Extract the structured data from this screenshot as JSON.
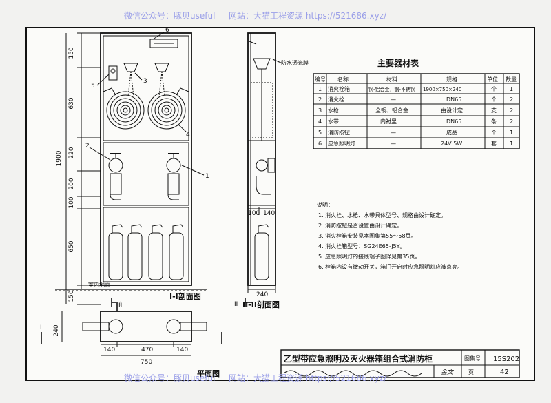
{
  "watermark": {
    "top": "微信公众号：豚贝useful ｜ 网站：大猫工程资源 https://521686.xyz/",
    "bottom": "微信公众号：豚贝useful ｜ 网站：大猫工程资源 https://521686.xyz/"
  },
  "front": {
    "dims": [
      "150",
      "630",
      "220",
      "200",
      "100",
      "650",
      "150"
    ],
    "total": "1900",
    "callouts": [
      "6",
      "5",
      "3",
      "4",
      "2",
      "1"
    ],
    "floor_label": "室内地面",
    "section_mark": "I",
    "title": "I-I剖面图"
  },
  "side": {
    "callout_label": "防水透光膜",
    "dims_top": [
      "100",
      "140"
    ],
    "dim_bottom": "240",
    "section_mark": "II",
    "title": "II-II剖面图"
  },
  "plan": {
    "dim_left": "240",
    "dims_top": [
      "140",
      "470",
      "140"
    ],
    "total": "750",
    "title": "平面图",
    "section_marks": [
      "I",
      "II"
    ]
  },
  "table": {
    "title": "主要器材表",
    "headers": [
      "编号",
      "名称",
      "规格",
      "单位",
      "数量"
    ],
    "material_header": "材料",
    "rows": [
      [
        "1",
        "消火栓箱",
        "钢-铝合金，钢-不锈钢",
        "1900×750×240",
        "个",
        "1"
      ],
      [
        "2",
        "消火栓",
        "—",
        "DN65",
        "个",
        "2"
      ],
      [
        "3",
        "水枪",
        "全铜、铝合金",
        "由设计定",
        "支",
        "2"
      ],
      [
        "4",
        "水带",
        "内衬里",
        "DN65",
        "条",
        "2"
      ],
      [
        "5",
        "消防按钮",
        "—",
        "成品",
        "个",
        "1"
      ],
      [
        "6",
        "应急照明灯",
        "—",
        "24V 5W",
        "套",
        "1"
      ]
    ]
  },
  "notes": {
    "heading": "说明：",
    "items": [
      "1. 消火栓、水枪、水带具体型号、规格由设计确定。",
      "2. 消防按钮是否设置由设计确定。",
      "3. 消火栓箱安装见本图集第55～58页。",
      "4. 消火栓箱型号：SG24E65-J5Y。",
      "5. 应急照明灯的接线端子图详见第35页。",
      "6. 栓箱内设有微动开关，箱门开启时应急照明灯应被点亮。"
    ]
  },
  "titleblock": {
    "drawing_title": "乙型带应急照明及灭火器箱组合式消防柜",
    "atlas_label": "图集号",
    "atlas_no": "15S202",
    "page_label": "页",
    "page_no": "42",
    "signature": "金文"
  }
}
